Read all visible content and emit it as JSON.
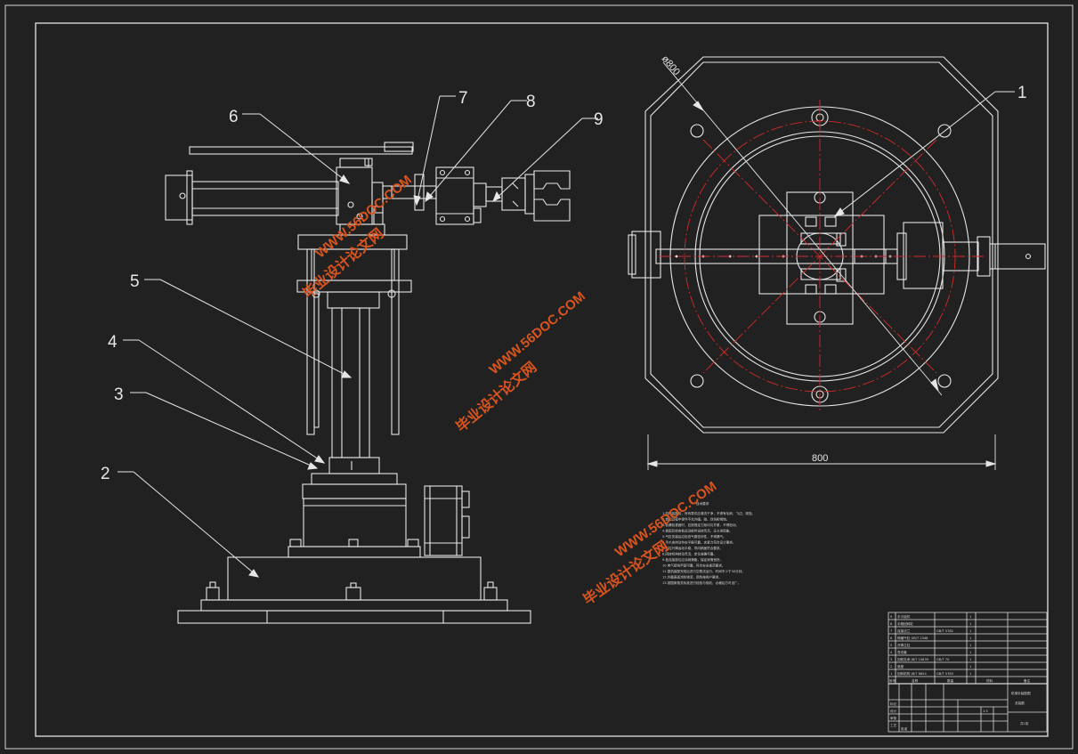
{
  "callouts": [
    "1",
    "2",
    "3",
    "4",
    "5",
    "6",
    "7",
    "8",
    "9"
  ],
  "dimensions": {
    "top_diameter": "ø800",
    "top_width": "800"
  },
  "tech_requirements": {
    "heading": "技术要求",
    "lines": [
      "1.机构装配前，所有零件应清洗干净，不得有毛刺、飞边、锈蚀。",
      "2.装配过程中零件不允许磕、碰、划伤和锈蚀。",
      "3.各螺栓紧固时，应按规定力矩均匀拧紧，不得松动。",
      "4.装配后检查各运动部件运转灵活，无卡滞现象。",
      "5.气缸安装后应检查气路密封性，不得漏气。",
      "6.手爪夹持动作应平稳可靠，夹紧力符合设计要求。",
      "7.立柱升降运动平稳，导向精度符合要求。",
      "8.回转机构转动灵活，定位准确可靠。",
      "9.各连接部位应涂润滑脂，保证润滑良好。",
      "10.电气接线牢固可靠，符合安全规范要求。",
      "11.整机装配完成后进行空载试运行，时间不少于30分钟。",
      "12.外露表面涂防锈漆，颜色按用户要求。",
      "13.按国家相关标准进行检验与验收，合格后方可出厂。"
    ]
  },
  "title_block": {
    "parts_list": [
      {
        "no": "9",
        "name": "手爪组件",
        "code": "",
        "qty": "1"
      },
      {
        "no": "8",
        "name": "手腕回转缸",
        "code": "",
        "qty": "1"
      },
      {
        "no": "7",
        "name": "连接法兰",
        "code": "GB/T 5782",
        "qty": "1"
      },
      {
        "no": "6",
        "name": "伸缩气缸 GB/T 2348",
        "code": "",
        "qty": "1"
      },
      {
        "no": "5",
        "name": "升降立柱",
        "code": "",
        "qty": "1"
      },
      {
        "no": "4",
        "name": "导向套",
        "code": "",
        "qty": "1"
      },
      {
        "no": "3",
        "name": "回转支承 JB/T 10839",
        "code": "GB/T 70",
        "qty": "1"
      },
      {
        "no": "2",
        "name": "底座",
        "code": "",
        "qty": "1"
      },
      {
        "no": "1",
        "name": "回转机构 JB/T 8854",
        "code": "GB/T 5783",
        "qty": "1"
      }
    ],
    "header": {
      "no": "序号",
      "name": "名称",
      "qty": "数量",
      "material": "材料",
      "note": "备注"
    },
    "drawing_title": "机械手装配图",
    "drawing_subtitle": "总装图",
    "sign_rows": [
      "标记",
      "设计",
      "审核",
      "工艺",
      "批准"
    ],
    "scale": "1:5",
    "sheet": "共1张"
  },
  "watermarks": [
    {
      "cn": "毕业设计论文网",
      "url": "WWW.56DOC.COM"
    },
    {
      "cn": "毕业设计论文网",
      "url": "WWW.56DOC.COM"
    },
    {
      "cn": "毕业设计论文网",
      "url": "WWW.56DOC.COM"
    }
  ],
  "colors": {
    "background": "#212121",
    "linework": "#e6e6e6",
    "centerline": "#d42a2a",
    "watermark": "#d9541e"
  }
}
